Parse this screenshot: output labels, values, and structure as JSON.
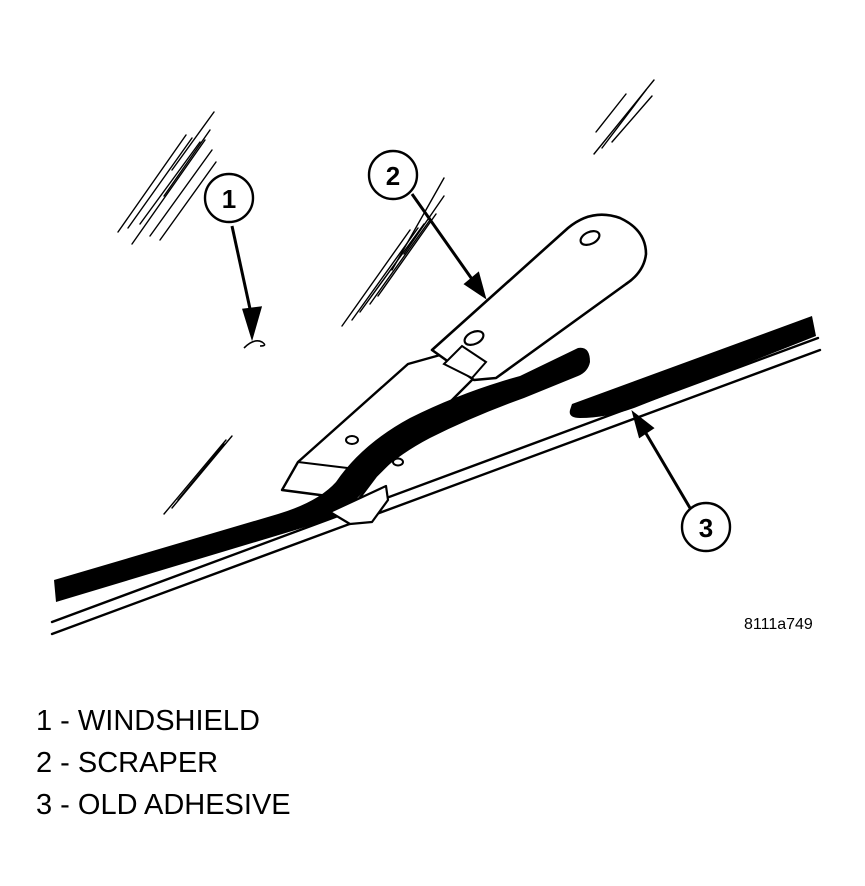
{
  "callouts": [
    {
      "number": "1"
    },
    {
      "number": "2"
    },
    {
      "number": "3"
    }
  ],
  "figure_id": "8111a749",
  "legend": [
    "1 - WINDSHIELD",
    "2 - SCRAPER",
    "3 - OLD ADHESIVE"
  ],
  "colors": {
    "ink": "#000000",
    "paper": "#ffffff"
  }
}
